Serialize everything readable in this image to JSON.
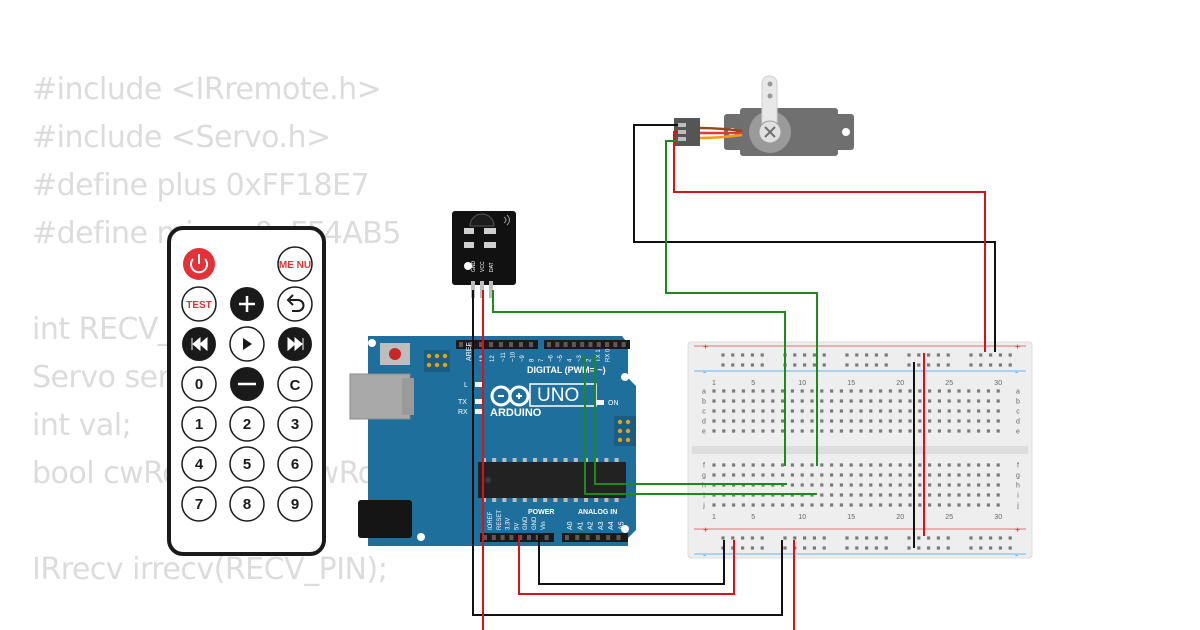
{
  "code_lines": [
    "#include <IRremote.h>",
    "#include <Servo.h>",
    "#define plus 0xFF18E7",
    "#define minus 0xFF4AB5",
    "",
    "int RECV_PIN = 2;",
    "Servo servo;",
    "int val;",
    "bool cwRotation, ccwRotation;",
    "",
    "IRrecv irrecv(RECV_PIN);"
  ],
  "remote": {
    "menu_label": "ME NU",
    "test_label": "TEST",
    "c_label": "C",
    "digits": [
      "0",
      "1",
      "2",
      "3",
      "4",
      "5",
      "6",
      "7",
      "8",
      "9"
    ]
  },
  "arduino": {
    "brand": "ARDUINO",
    "model": "UNO",
    "digital_label": "DIGITAL (PWM= ~)",
    "power_label": "POWER",
    "analog_label": "ANALOG IN",
    "on_label": "ON",
    "l_label": "L",
    "tx_label": "TX",
    "rx_label": "RX",
    "aref_label": "AREF",
    "digital_pins": [
      "13",
      "12",
      "~11",
      "~10",
      "~9",
      "8",
      "7",
      "~6",
      "~5",
      "4",
      "~3",
      "2",
      "TX 1",
      "RX 0"
    ],
    "power_pins": [
      "IOREF",
      "RESET",
      "3.3V",
      "5V",
      "GND",
      "GND",
      "Vin"
    ],
    "analog_pins": [
      "A0",
      "A1",
      "A2",
      "A3",
      "A4",
      "A5"
    ]
  },
  "ir_receiver": {
    "pin_labels": [
      "GND",
      "VCC",
      "DAT"
    ]
  },
  "breadboard": {
    "col_numbers": [
      "1",
      "5",
      "10",
      "15",
      "20",
      "25",
      "30"
    ],
    "row_letters_top": [
      "a",
      "b",
      "c",
      "d",
      "e"
    ],
    "row_letters_bottom": [
      "f",
      "g",
      "h",
      "i",
      "j"
    ],
    "rail_plus": "+",
    "rail_minus": "-"
  },
  "colors": {
    "wire_red": "#d8121a",
    "wire_black": "#111111",
    "wire_green": "#1e8a1e",
    "arduino_board": "#1f6f9c",
    "breadboard": "#eeeeee",
    "remote_red": "#e23238",
    "servo_body": "#707070"
  }
}
